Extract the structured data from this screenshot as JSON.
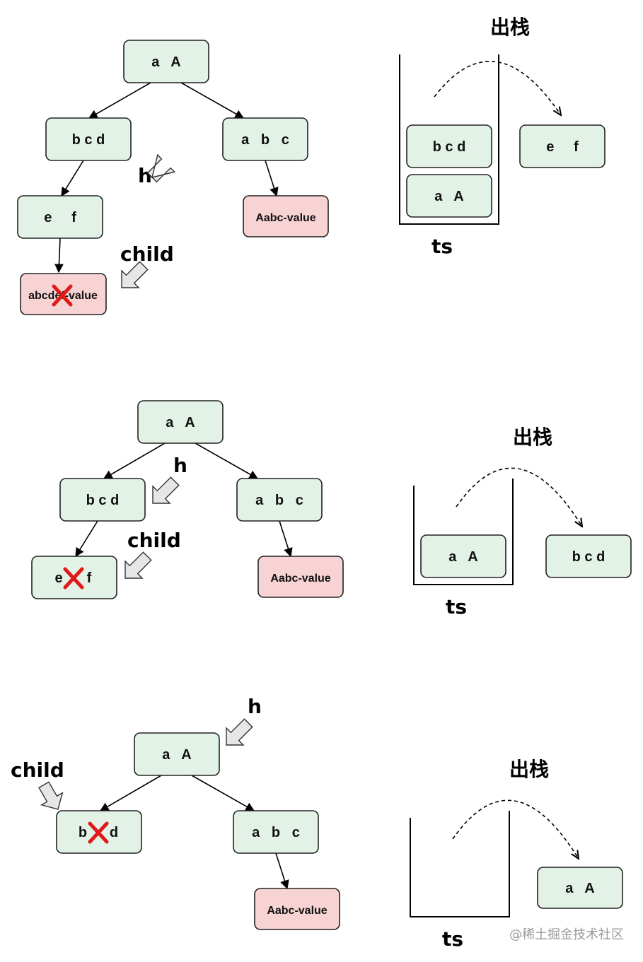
{
  "colors": {
    "node_green": "#e3f2e6",
    "node_red": "#f8d3d3",
    "border": "#222222",
    "cross": "#e01919",
    "pointer_fill": "#e6e6e6"
  },
  "panels": [
    {
      "nodes": {
        "root": "a   A",
        "left": "b c d",
        "right": "a   b   c",
        "left_child": "e     f",
        "leaf_left": "abcdef-value",
        "leaf_right": "Aabc-value"
      },
      "pointers": {
        "h": "h",
        "child": "child"
      },
      "stack": {
        "label": "ts",
        "items": [
          "b c d",
          "a   A"
        ],
        "pop_label": "出栈",
        "popped": "e     f"
      }
    },
    {
      "nodes": {
        "root": "a   A",
        "left": "b c d",
        "right": "a   b   c",
        "left_child_a": "e",
        "left_child_b": "f",
        "leaf_right": "Aabc-value"
      },
      "pointers": {
        "h": "h",
        "child": "child"
      },
      "stack": {
        "label": "ts",
        "items": [
          "a   A"
        ],
        "pop_label": "出栈",
        "popped": "b c d"
      }
    },
    {
      "nodes": {
        "root": "a   A",
        "left_a": "b",
        "left_b": "d",
        "right": "a   b   c",
        "leaf_right": "Aabc-value"
      },
      "pointers": {
        "h": "h",
        "child": "child"
      },
      "stack": {
        "label": "ts",
        "items": [],
        "pop_label": "出栈",
        "popped": "a   A"
      }
    }
  ],
  "watermark": "@稀土掘金技术社区"
}
